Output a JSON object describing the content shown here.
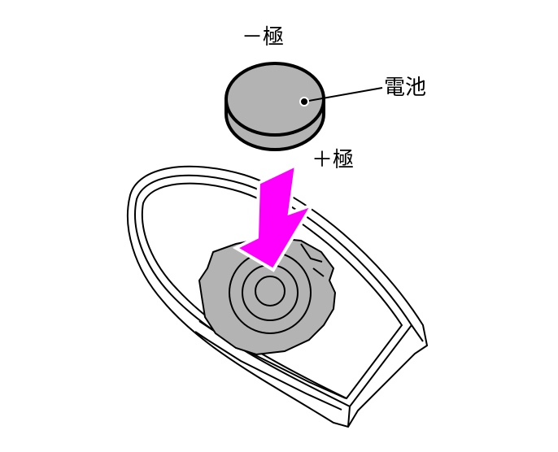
{
  "labels": {
    "negative_pole": "－極",
    "battery": "電池",
    "positive_pole": "＋極"
  },
  "colors": {
    "battery_fill": "#b3b3b3",
    "arrow": "#ff00ff",
    "outline": "#000000"
  }
}
